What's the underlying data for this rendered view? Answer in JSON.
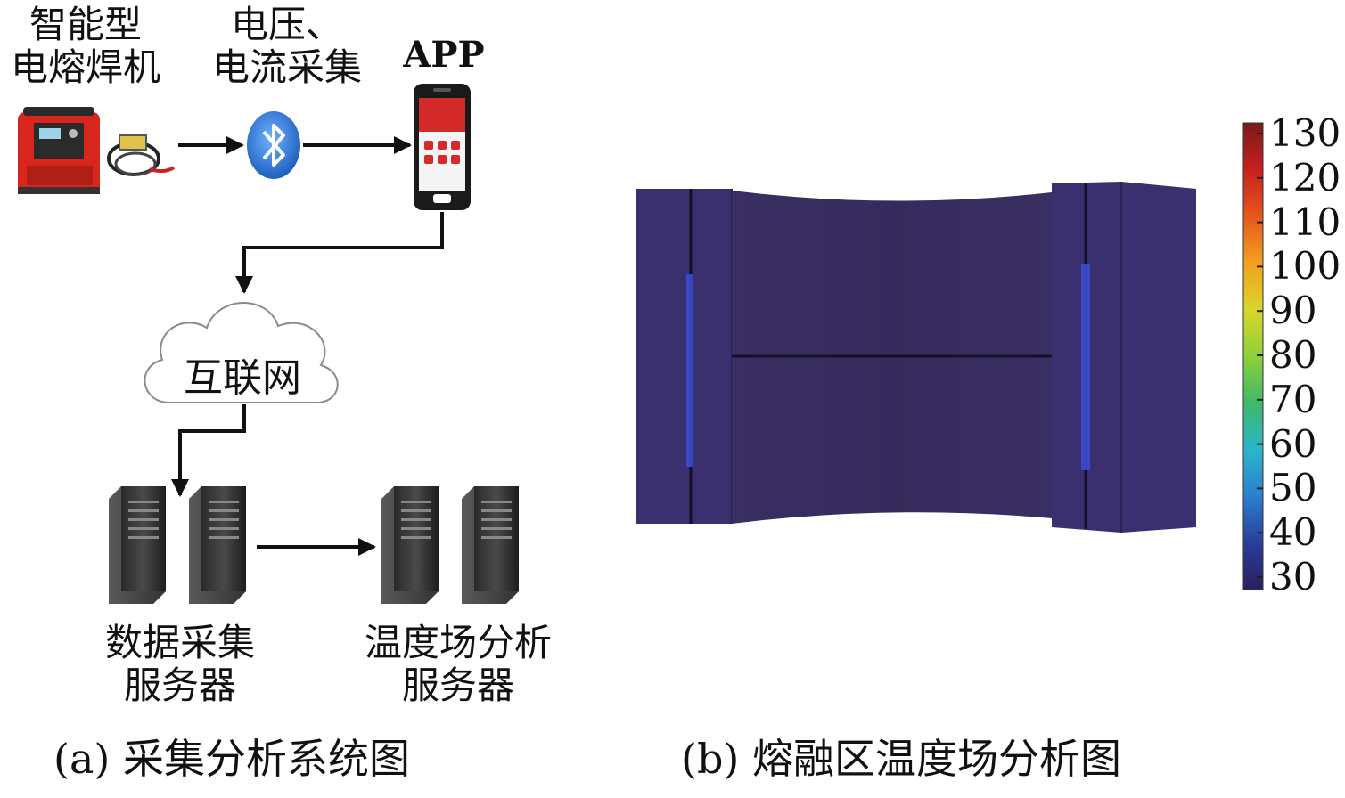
{
  "left_panel": {
    "welder_label": [
      "智能型",
      "电熔焊机"
    ],
    "sensor_label": [
      "电压、",
      "电流采集"
    ],
    "app_label": "APP",
    "cloud_label": "互联网",
    "collect_server_label": [
      "数据采集",
      "服务器"
    ],
    "analysis_server_label": [
      "温度场分析",
      "服务器"
    ],
    "caption": "(a) 采集分析系统图",
    "icons": [
      "welding-machine-icon",
      "cable-icon",
      "bluetooth-icon",
      "smartphone-icon",
      "cloud-icon",
      "server-icon"
    ]
  },
  "right_panel": {
    "caption": "(b) 熔融区温度场分析图",
    "colorbar": {
      "min": 30,
      "max": 130,
      "ticks": [
        "130",
        "120",
        "110",
        "100",
        "90",
        "80",
        "70",
        "60",
        "50",
        "40",
        "30"
      ],
      "colors": [
        "#7a1a1a",
        "#c8201f",
        "#e8561c",
        "#f3a01e",
        "#d9d62a",
        "#8fcf3a",
        "#3fb96b",
        "#2bb5c9",
        "#2a7fd0",
        "#2a3e9a",
        "#2b1f5e"
      ]
    },
    "model_color": "#3a2f6b",
    "hot_band_color": "#3b4fd8"
  }
}
